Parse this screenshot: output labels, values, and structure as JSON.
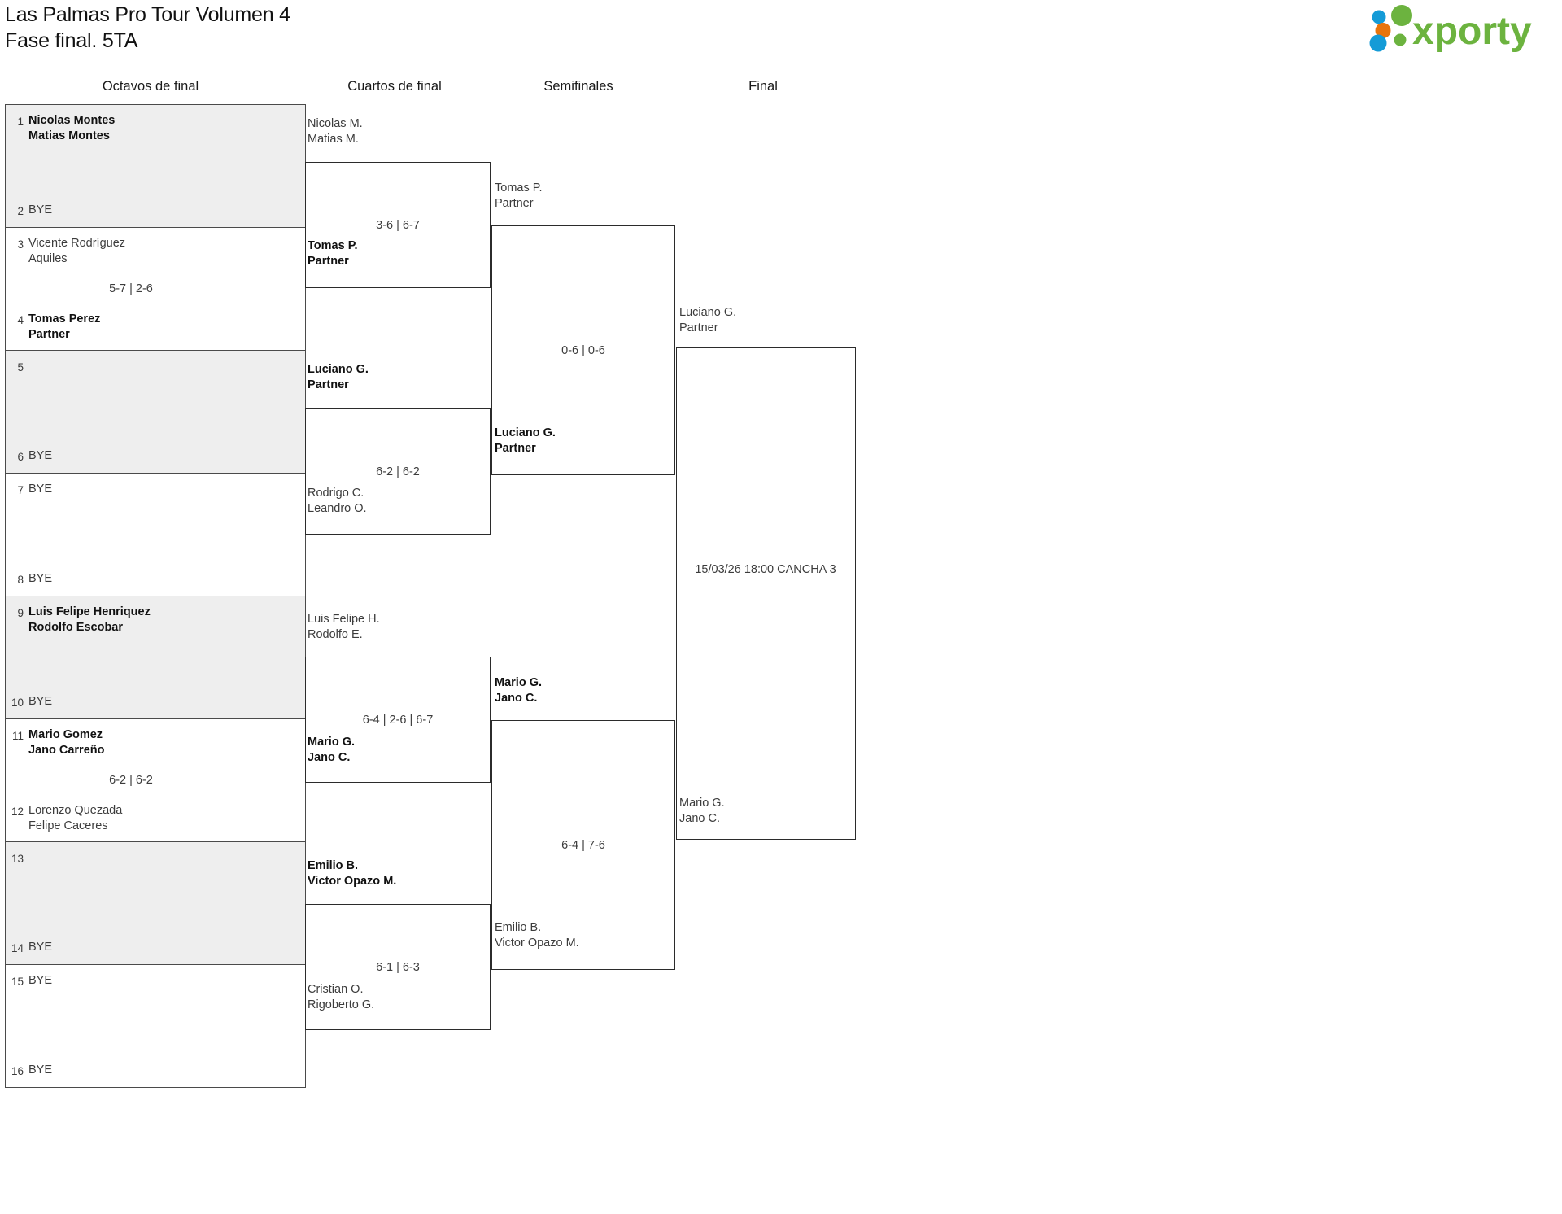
{
  "header": {
    "title_line1": "Las Palmas Pro Tour Volumen 4",
    "title_line2": "Fase final. 5TA",
    "logo_text": "xporty",
    "logo_colors": {
      "green": "#6cb33f",
      "blue": "#149bd7",
      "orange": "#e8740c"
    }
  },
  "rounds": [
    {
      "key": "r16",
      "label": "Octavos de final"
    },
    {
      "key": "qf",
      "label": "Cuartos de final"
    },
    {
      "key": "sf",
      "label": "Semifinales"
    },
    {
      "key": "final",
      "label": "Final"
    }
  ],
  "round16": {
    "matches": [
      {
        "shaded": true,
        "score": "",
        "top": {
          "seed": "1",
          "bye": false,
          "winner": true,
          "line1": "Nicolas Montes",
          "line2": "Matias Montes"
        },
        "bottom": {
          "seed": "2",
          "bye": true,
          "winner": false,
          "line1": "BYE",
          "line2": ""
        }
      },
      {
        "shaded": false,
        "score": "5-7 | 2-6",
        "top": {
          "seed": "3",
          "bye": false,
          "winner": false,
          "line1": "Vicente Rodríguez",
          "line2": "Aquiles"
        },
        "bottom": {
          "seed": "4",
          "bye": false,
          "winner": true,
          "line1": "Tomas Perez",
          "line2": "Partner"
        }
      },
      {
        "shaded": true,
        "score": "",
        "top": {
          "seed": "5",
          "bye": false,
          "winner": false,
          "line1": "",
          "line2": ""
        },
        "bottom": {
          "seed": "6",
          "bye": true,
          "winner": false,
          "line1": "BYE",
          "line2": ""
        }
      },
      {
        "shaded": false,
        "score": "",
        "top": {
          "seed": "7",
          "bye": true,
          "winner": false,
          "line1": "BYE",
          "line2": ""
        },
        "bottom": {
          "seed": "8",
          "bye": true,
          "winner": false,
          "line1": "BYE",
          "line2": ""
        }
      },
      {
        "shaded": true,
        "score": "",
        "top": {
          "seed": "9",
          "bye": false,
          "winner": true,
          "line1": "Luis Felipe Henriquez",
          "line2": "Rodolfo Escobar"
        },
        "bottom": {
          "seed": "10",
          "bye": true,
          "winner": false,
          "line1": "BYE",
          "line2": ""
        }
      },
      {
        "shaded": false,
        "score": "6-2 | 6-2",
        "top": {
          "seed": "11",
          "bye": false,
          "winner": true,
          "line1": "Mario Gomez",
          "line2": "Jano Carreño"
        },
        "bottom": {
          "seed": "12",
          "bye": false,
          "winner": false,
          "line1": "Lorenzo Quezada",
          "line2": "Felipe Caceres"
        }
      },
      {
        "shaded": true,
        "score": "",
        "top": {
          "seed": "13",
          "bye": false,
          "winner": false,
          "line1": "",
          "line2": ""
        },
        "bottom": {
          "seed": "14",
          "bye": true,
          "winner": false,
          "line1": "BYE",
          "line2": ""
        }
      },
      {
        "shaded": false,
        "score": "",
        "top": {
          "seed": "15",
          "bye": true,
          "winner": false,
          "line1": "BYE",
          "line2": ""
        },
        "bottom": {
          "seed": "16",
          "bye": true,
          "winner": false,
          "line1": "BYE",
          "line2": ""
        }
      }
    ]
  },
  "quarterfinals": {
    "matches": [
      {
        "score": "3-6 | 6-7",
        "top": {
          "winner": false,
          "line1": "Nicolas M.",
          "line2": "Matias M."
        },
        "bottom": {
          "winner": true,
          "line1": "Tomas P.",
          "line2": "Partner"
        }
      },
      {
        "score": "6-2 | 6-2",
        "top": {
          "winner": true,
          "line1": "Luciano G.",
          "line2": "Partner"
        },
        "bottom": {
          "winner": false,
          "line1": "Rodrigo C.",
          "line2": "Leandro O."
        }
      },
      {
        "score": "6-4 | 2-6 | 6-7",
        "top": {
          "winner": false,
          "line1": "Luis Felipe H.",
          "line2": "Rodolfo E."
        },
        "bottom": {
          "winner": true,
          "line1": "Mario G.",
          "line2": "Jano C."
        }
      },
      {
        "score": "6-1 | 6-3",
        "top": {
          "winner": true,
          "line1": "Emilio B.",
          "line2": "Victor Opazo M."
        },
        "bottom": {
          "winner": false,
          "line1": "Cristian O.",
          "line2": "Rigoberto G."
        }
      }
    ]
  },
  "semifinals": {
    "matches": [
      {
        "score": "0-6 | 0-6",
        "top": {
          "winner": false,
          "line1": "Tomas P.",
          "line2": "Partner"
        },
        "bottom": {
          "winner": true,
          "line1": "Luciano G.",
          "line2": "Partner"
        }
      },
      {
        "score": "6-4 | 7-6",
        "top": {
          "winner": true,
          "line1": "Mario G.",
          "line2": "Jano C."
        },
        "bottom": {
          "winner": false,
          "line1": "Emilio B.",
          "line2": "Victor Opazo M."
        }
      }
    ]
  },
  "final": {
    "schedule": "15/03/26 18:00 CANCHA 3",
    "top": {
      "winner": false,
      "line1": "Luciano G.",
      "line2": "Partner"
    },
    "bottom": {
      "winner": false,
      "line1": "Mario G.",
      "line2": "Jano C."
    }
  }
}
